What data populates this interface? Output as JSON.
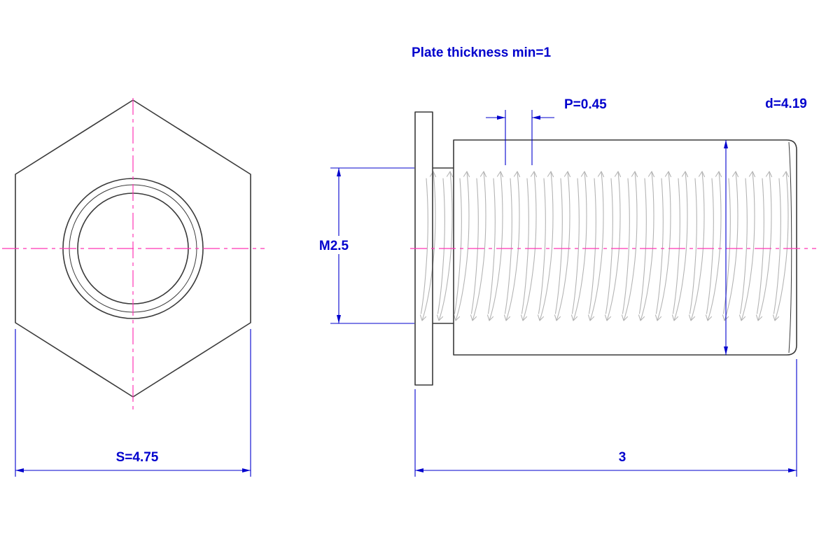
{
  "drawing_note": "Plate thickness min=1",
  "front_view": {
    "width_across_flats": "S=4.75"
  },
  "side_view": {
    "thread_size": "M2.5",
    "pitch": "P=0.45",
    "outer_diameter": "d=4.19",
    "length": "3"
  },
  "colors": {
    "dimension_blue": "#0000cd",
    "centerline_magenta": "#ff35b5",
    "outline_gray": "#3a3a3a",
    "thread_gray": "#b3b3b3",
    "background": "#ffffff"
  }
}
